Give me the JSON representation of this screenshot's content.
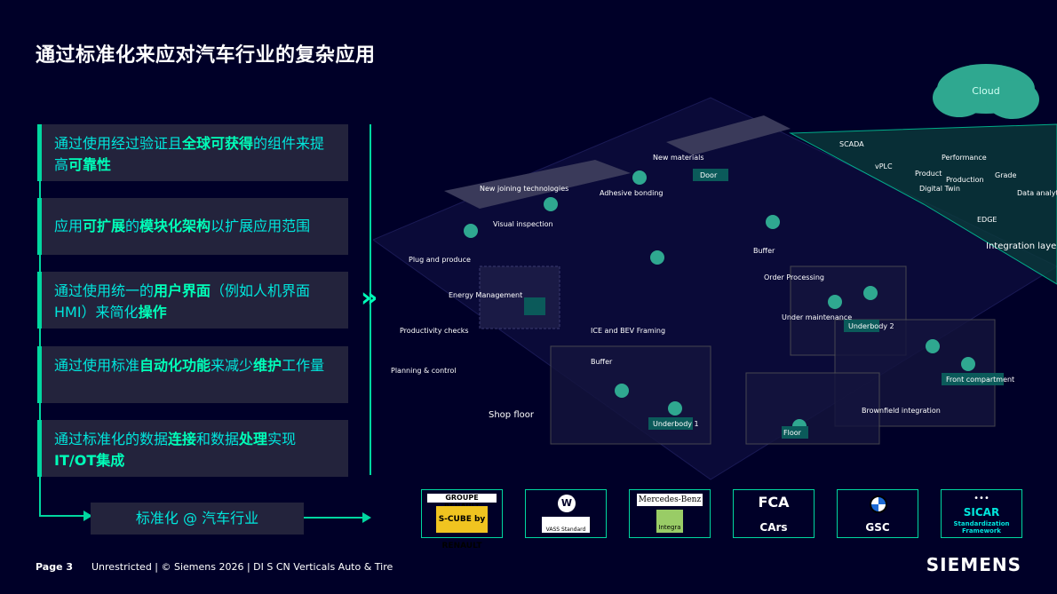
{
  "title": "通过标准化来应对汽车行业的复杂应用",
  "cards": [
    {
      "parts": [
        {
          "t": "通过使用经过验证且"
        },
        {
          "t": "全球可获得",
          "b": true
        },
        {
          "t": "的组件来提高"
        },
        {
          "t": "可靠性",
          "b": true
        }
      ]
    },
    {
      "parts": [
        {
          "t": "应用"
        },
        {
          "t": "可扩展",
          "b": true
        },
        {
          "t": "的"
        },
        {
          "t": "模块化架构",
          "b": true
        },
        {
          "t": "以扩展应用范围"
        }
      ]
    },
    {
      "parts": [
        {
          "t": "通过使用统一的"
        },
        {
          "t": "用户界面",
          "b": true
        },
        {
          "t": "（例如人机界面HMI）来简化"
        },
        {
          "t": "操作",
          "b": true
        }
      ]
    },
    {
      "parts": [
        {
          "t": "通过使用标准"
        },
        {
          "t": "自动化功能",
          "b": true
        },
        {
          "t": "来减少"
        },
        {
          "t": "维护",
          "b": true
        },
        {
          "t": "工作量"
        }
      ]
    },
    {
      "parts": [
        {
          "t": "通过标准化的数据"
        },
        {
          "t": "连接",
          "b": true
        },
        {
          "t": "和数据"
        },
        {
          "t": "处理",
          "b": true
        },
        {
          "t": "实现"
        },
        {
          "t": "IT/OT集成",
          "b": true
        }
      ]
    }
  ],
  "standard_box": "标准化 @ 汽车行业",
  "chevron": "»",
  "diagram": {
    "cloud": "Cloud",
    "labels": [
      "New joining technologies",
      "Adhesive bonding",
      "New materials",
      "Door",
      "Visual inspection",
      "Plug and produce",
      "Energy Management",
      "Productivity checks",
      "Planning & control",
      "Shop floor",
      "ICE and BEV Framing",
      "Buffer",
      "Buffer",
      "Underbody 1",
      "Underbody 2",
      "Floor",
      "Brownfield integration",
      "Front compartment",
      "SCADA",
      "vPLC",
      "Performance",
      "Product",
      "Digital Twin",
      "Data analytics",
      "EDGE",
      "Integration layer",
      "Production",
      "Grade",
      "Order Processing",
      "Under maintenance"
    ]
  },
  "logos": [
    {
      "name": "renault",
      "label": "GROUPE RENAULT",
      "sub": "S-CUBE by RENAULT"
    },
    {
      "name": "vw",
      "label": "",
      "sub": "VASS Standard"
    },
    {
      "name": "mercedes",
      "label": "Mercedes-Benz",
      "sub": "Integra"
    },
    {
      "name": "fca",
      "label": "CArs",
      "sub": "FCA"
    },
    {
      "name": "bmw",
      "label": "GSC",
      "sub": ""
    },
    {
      "name": "sicar",
      "label": "SICAR",
      "sub": "Standardization Framework"
    }
  ],
  "footer": {
    "page": "Page 3",
    "info": "Unrestricted | © Siemens 2026 | DI S CN Verticals Auto & Tire",
    "brand": "SIEMENS"
  },
  "colors": {
    "bg": "#000028",
    "accent": "#00d7a0",
    "text": "#00e6dc",
    "card": "#23233c"
  }
}
